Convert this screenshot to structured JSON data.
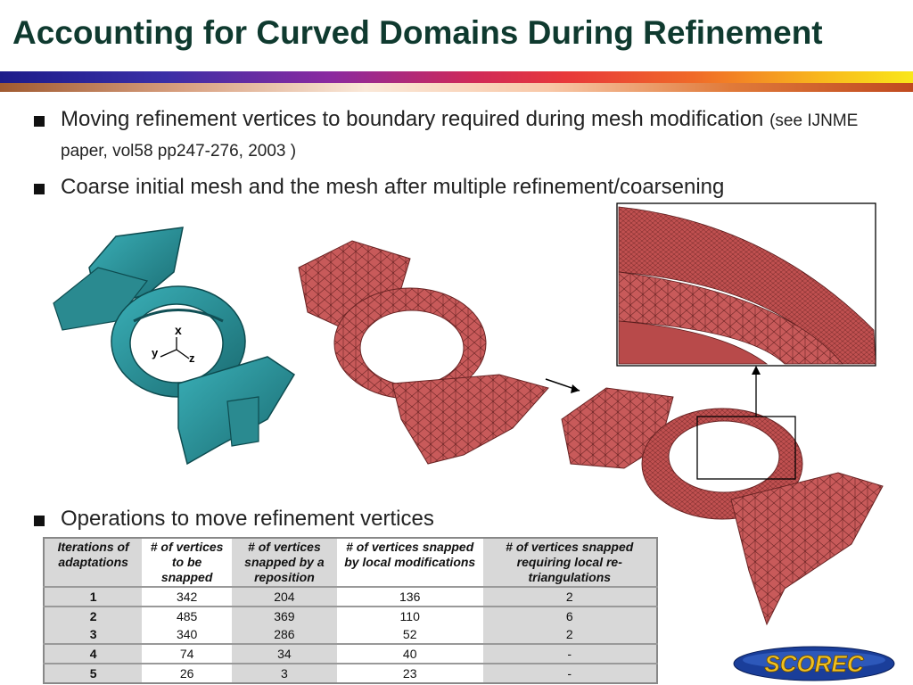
{
  "title": "Accounting for Curved Domains During Refinement",
  "bullets": {
    "b1_main": "Moving refinement vertices to boundary required during mesh modification",
    "b1_ref": "(see IJNME paper, vol58 pp247-276, 2003 )",
    "b2": "Coarse initial mesh and the mesh after multiple refinement/coarsening",
    "b3": "Operations to move refinement vertices"
  },
  "figure": {
    "axis_x": "x",
    "axis_y": "y",
    "axis_z": "z"
  },
  "table": {
    "headers": [
      "Iterations of adaptations",
      "# of vertices to be snapped",
      "# of vertices snapped by a reposition",
      "# of vertices snapped by local modifications",
      "# of vertices snapped requiring local re-triangulations"
    ],
    "rows": [
      [
        "1",
        "342",
        "204",
        "136",
        "2"
      ],
      [
        "2",
        "485",
        "369",
        "110",
        "6"
      ],
      [
        "3",
        "340",
        "286",
        "52",
        "2"
      ],
      [
        "4",
        "74",
        "34",
        "40",
        "-"
      ],
      [
        "5",
        "26",
        "3",
        "23",
        "-"
      ]
    ]
  },
  "logo_text": "SCOREC",
  "colors": {
    "title": "#0f3a2f",
    "mesh": "#c85a5a",
    "model": "#2a8a8a"
  }
}
